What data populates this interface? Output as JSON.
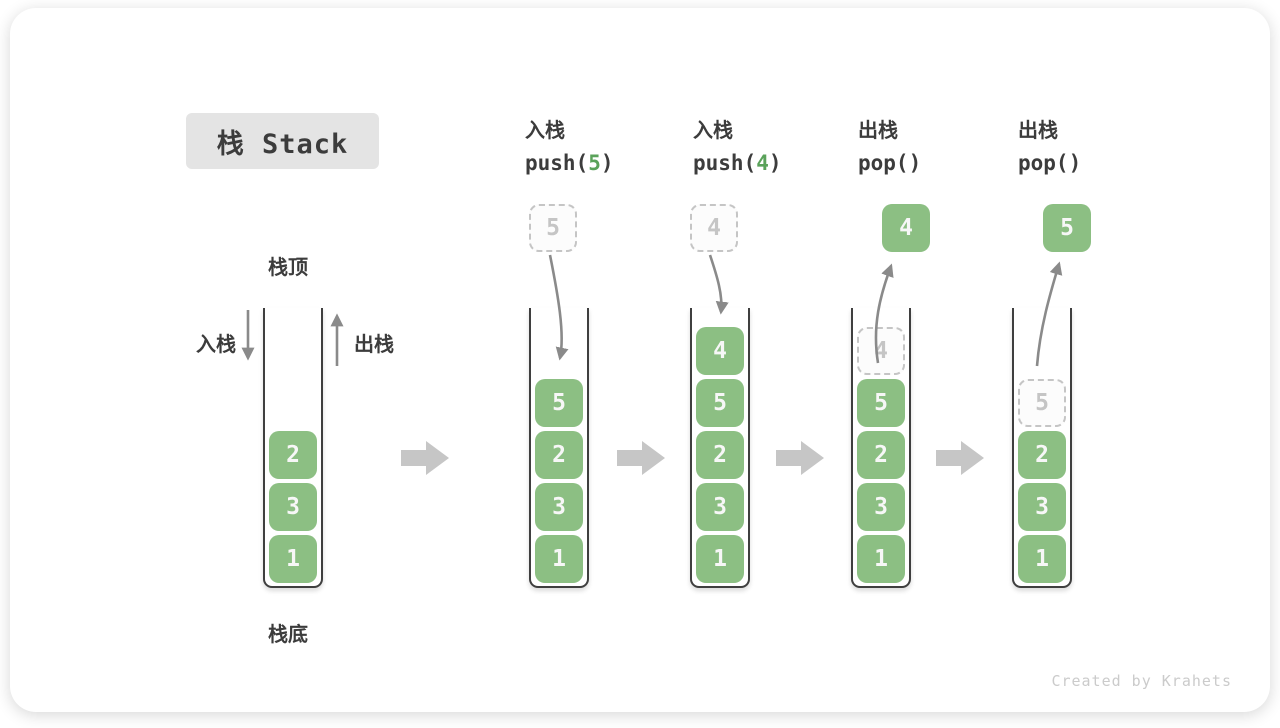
{
  "title": "栈 Stack",
  "labels": {
    "stack_top": "栈顶",
    "stack_bottom": "栈底",
    "push": "入栈",
    "pop": "出栈"
  },
  "watermark": "Created by Krahets",
  "colors": {
    "item_green": "#8cbf83",
    "code_green": "#5aa25a",
    "text_dark": "#3c3c3c",
    "ghost_gray": "#c5c5c5",
    "arrow_gray": "#8a8a8a",
    "block_arrow_gray": "#c6c6c6",
    "title_bg": "#e4e4e4",
    "container_border": "#3f3f3f",
    "watermark_gray": "#cbcbcb"
  },
  "diagram": {
    "columns": [
      {
        "id": "initial",
        "header": null,
        "items": [
          {
            "value": "2"
          },
          {
            "value": "3"
          },
          {
            "value": "1"
          }
        ],
        "floating": null,
        "flow": null
      },
      {
        "id": "push-5",
        "header": {
          "label": "入栈",
          "code_pre": "push(",
          "code_arg": "5",
          "code_post": ")"
        },
        "items": [
          {
            "value": "5"
          },
          {
            "value": "2"
          },
          {
            "value": "3"
          },
          {
            "value": "1"
          }
        ],
        "floating": {
          "style": "ghost",
          "value": "5"
        },
        "flow": "in"
      },
      {
        "id": "push-4",
        "header": {
          "label": "入栈",
          "code_pre": "push(",
          "code_arg": "4",
          "code_post": ")"
        },
        "items": [
          {
            "value": "4"
          },
          {
            "value": "5"
          },
          {
            "value": "2"
          },
          {
            "value": "3"
          },
          {
            "value": "1"
          }
        ],
        "floating": {
          "style": "ghost",
          "value": "4"
        },
        "flow": "in"
      },
      {
        "id": "pop-4",
        "header": {
          "label": "出栈",
          "code_pre": "pop(",
          "code_arg": "",
          "code_post": ")"
        },
        "items": [
          {
            "value": "4",
            "ghost": true
          },
          {
            "value": "5"
          },
          {
            "value": "2"
          },
          {
            "value": "3"
          },
          {
            "value": "1"
          }
        ],
        "floating": {
          "style": "solid",
          "value": "4"
        },
        "flow": "out"
      },
      {
        "id": "pop-5",
        "header": {
          "label": "出栈",
          "code_pre": "pop(",
          "code_arg": "",
          "code_post": ")"
        },
        "items": [
          {
            "value": "5",
            "ghost": true
          },
          {
            "value": "2"
          },
          {
            "value": "3"
          },
          {
            "value": "1"
          }
        ],
        "floating": {
          "style": "solid",
          "value": "5"
        },
        "flow": "out"
      }
    ]
  }
}
